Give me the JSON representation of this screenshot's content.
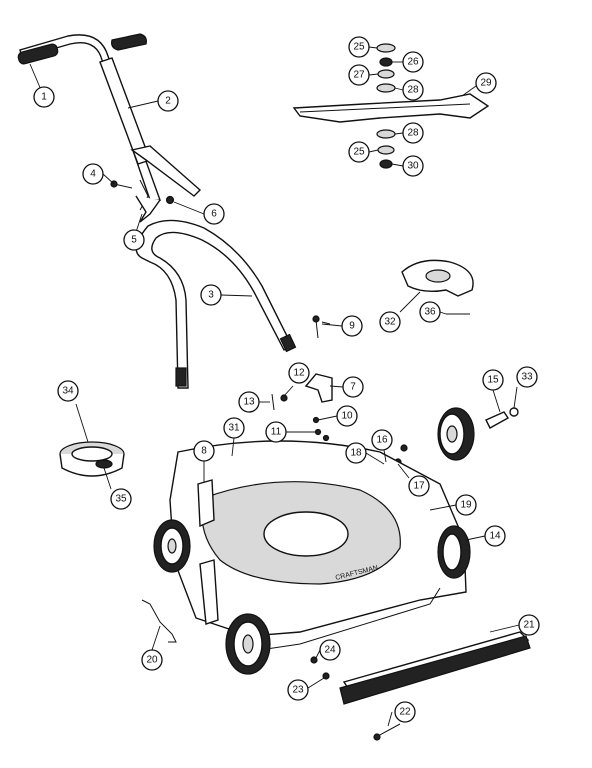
{
  "callouts": [
    {
      "id": "c1",
      "label": "1"
    },
    {
      "id": "c2",
      "label": "2"
    },
    {
      "id": "c3",
      "label": "3"
    },
    {
      "id": "c4",
      "label": "4"
    },
    {
      "id": "c5",
      "label": "5"
    },
    {
      "id": "c6",
      "label": "6"
    },
    {
      "id": "c7",
      "label": "7"
    },
    {
      "id": "c8",
      "label": "8"
    },
    {
      "id": "c9",
      "label": "9"
    },
    {
      "id": "c10",
      "label": "10"
    },
    {
      "id": "c11",
      "label": "11"
    },
    {
      "id": "c12",
      "label": "12"
    },
    {
      "id": "c13",
      "label": "13"
    },
    {
      "id": "c14",
      "label": "14"
    },
    {
      "id": "c15",
      "label": "15"
    },
    {
      "id": "c16",
      "label": "16"
    },
    {
      "id": "c17",
      "label": "17"
    },
    {
      "id": "c18",
      "label": "18"
    },
    {
      "id": "c19",
      "label": "19"
    },
    {
      "id": "c20",
      "label": "20"
    },
    {
      "id": "c21",
      "label": "21"
    },
    {
      "id": "c22",
      "label": "22"
    },
    {
      "id": "c23",
      "label": "23"
    },
    {
      "id": "c24",
      "label": "24"
    },
    {
      "id": "c25a",
      "label": "25"
    },
    {
      "id": "c25b",
      "label": "25"
    },
    {
      "id": "c26",
      "label": "26"
    },
    {
      "id": "c27",
      "label": "27"
    },
    {
      "id": "c28a",
      "label": "28"
    },
    {
      "id": "c28b",
      "label": "28"
    },
    {
      "id": "c29",
      "label": "29"
    },
    {
      "id": "c30",
      "label": "30"
    },
    {
      "id": "c31",
      "label": "31"
    },
    {
      "id": "c32",
      "label": "32"
    },
    {
      "id": "c33",
      "label": "33"
    },
    {
      "id": "c34",
      "label": "34"
    },
    {
      "id": "c35",
      "label": "35"
    },
    {
      "id": "c36",
      "label": "36"
    }
  ],
  "deck_brand": "CRAFTSMAN",
  "colors": {
    "line": "#111111",
    "background": "#ffffff",
    "shade": "#d9d9d9"
  }
}
